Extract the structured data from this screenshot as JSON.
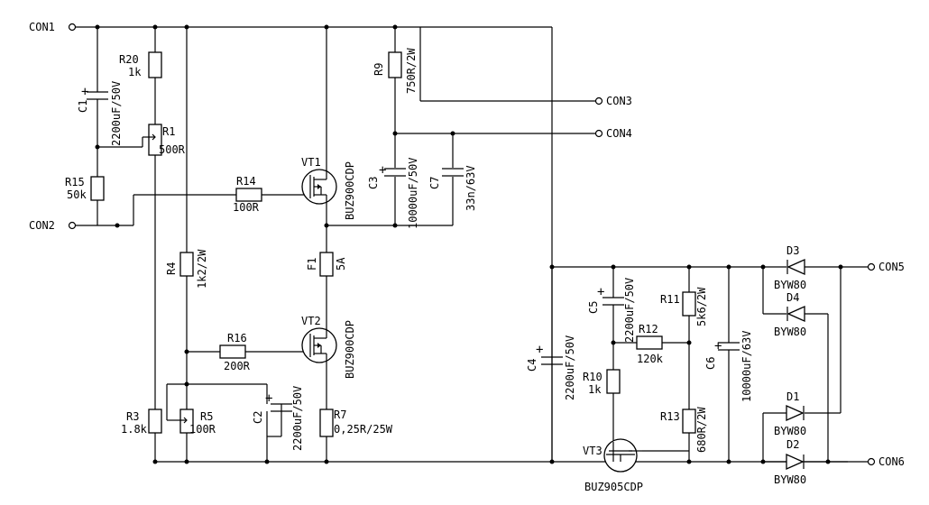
{
  "connectors": {
    "con1": "CON1",
    "con2": "CON2",
    "con3": "CON3",
    "con4": "CON4",
    "con5": "CON5",
    "con6": "CON6"
  },
  "components": {
    "c1": {
      "ref": "C1",
      "value": "2200uF/50V"
    },
    "r20": {
      "ref": "R20",
      "value": "1k"
    },
    "r1": {
      "ref": "R1",
      "value": "500R"
    },
    "r15": {
      "ref": "R15",
      "value": "50k"
    },
    "r14": {
      "ref": "R14",
      "value": "100R"
    },
    "vt1": {
      "ref": "VT1",
      "value": "BUZ900CDP"
    },
    "r9": {
      "ref": "R9",
      "value": "750R/2W"
    },
    "c3": {
      "ref": "C3",
      "value": "10000uF/50V"
    },
    "c7": {
      "ref": "C7",
      "value": "33n/63V"
    },
    "r4": {
      "ref": "R4",
      "value": "1k2/2W"
    },
    "f1": {
      "ref": "F1",
      "value": "5A"
    },
    "vt2": {
      "ref": "VT2",
      "value": "BUZ900CDP"
    },
    "r16": {
      "ref": "R16",
      "value": "200R"
    },
    "r3": {
      "ref": "R3",
      "value": "1.8k"
    },
    "r5": {
      "ref": "R5",
      "value": "100R"
    },
    "c2": {
      "ref": "C2",
      "value": "2200uF/50V"
    },
    "r7": {
      "ref": "R7",
      "value": "0,25R/25W"
    },
    "c4": {
      "ref": "C4",
      "value": "2200uF/50V"
    },
    "c5": {
      "ref": "C5",
      "value": "2200uF/50V"
    },
    "r12": {
      "ref": "R12",
      "value": "120k"
    },
    "r10": {
      "ref": "R10",
      "value": "1k"
    },
    "vt3": {
      "ref": "VT3",
      "value": "BUZ905CDP"
    },
    "r11": {
      "ref": "R11",
      "value": "5k6/2W"
    },
    "r13": {
      "ref": "R13",
      "value": "680R/2W"
    },
    "c6": {
      "ref": "C6",
      "value": "10000uF/63V"
    },
    "d1": {
      "ref": "D1",
      "value": "BYW80"
    },
    "d2": {
      "ref": "D2",
      "value": "BYW80"
    },
    "d3": {
      "ref": "D3",
      "value": "BYW80"
    },
    "d4": {
      "ref": "D4",
      "value": "BYW80"
    }
  }
}
